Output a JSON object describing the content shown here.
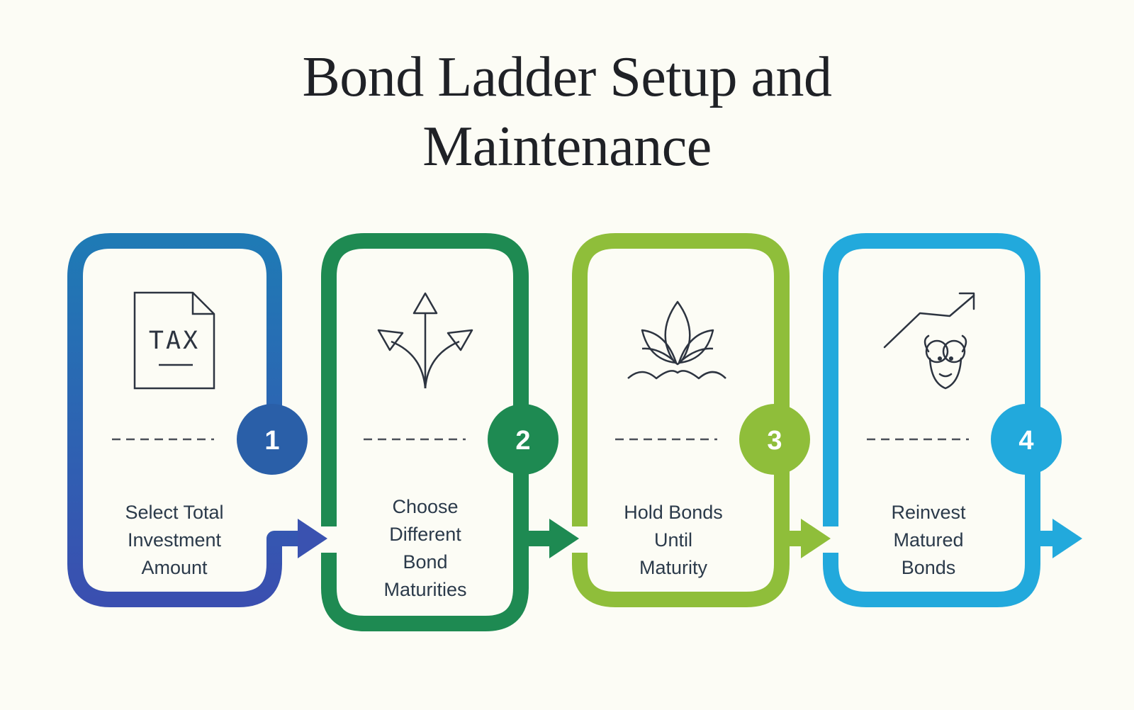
{
  "title": {
    "line1": "Bond Ladder Setup and",
    "line2": "Maintenance"
  },
  "steps": [
    {
      "number": "1",
      "lines": [
        "Select Total",
        "Investment",
        "Amount"
      ],
      "icon": "tax-document-icon",
      "color": "#2a5fa8"
    },
    {
      "number": "2",
      "lines": [
        "Choose",
        "Different",
        "Bond",
        "Maturities"
      ],
      "icon": "branching-arrows-icon",
      "color": "#1e8a52"
    },
    {
      "number": "3",
      "lines": [
        "Hold Bonds",
        "Until",
        "Maturity"
      ],
      "icon": "lotus-icon",
      "color": "#8fbe3a"
    },
    {
      "number": "4",
      "lines": [
        "Reinvest",
        "Matured",
        "Bonds"
      ],
      "icon": "bull-chart-icon",
      "color": "#22a9dc"
    }
  ],
  "icon_text": {
    "tax": "TAX"
  }
}
